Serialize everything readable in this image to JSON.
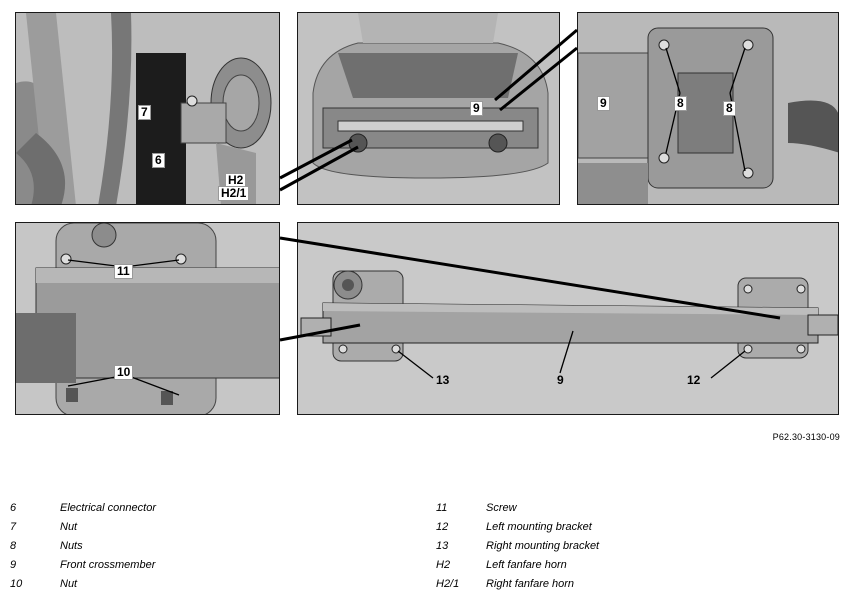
{
  "diagram": {
    "reference_code": "P62.30-3130-09",
    "callouts": {
      "p1_7": "7",
      "p1_6": "6",
      "p1_h2": "H2",
      "p1_h21": "H2/1",
      "p2_9": "9",
      "p3_9": "9",
      "p3_8a": "8",
      "p3_8b": "8",
      "p4_11": "11",
      "p4_10": "10",
      "p5_13": "13",
      "p5_9": "9",
      "p5_12": "12"
    }
  },
  "legend": [
    {
      "num": "6",
      "text": "Electrical connector"
    },
    {
      "num": "7",
      "text": "Nut"
    },
    {
      "num": "8",
      "text": "Nuts"
    },
    {
      "num": "9",
      "text": "Front crossmember"
    },
    {
      "num": "10",
      "text": "Nut"
    },
    {
      "num": "11",
      "text": "Screw"
    },
    {
      "num": "12",
      "text": "Left mounting bracket"
    },
    {
      "num": "13",
      "text": "Right mounting bracket"
    },
    {
      "num": "H2",
      "text": "Left fanfare horn"
    },
    {
      "num": "H2/1",
      "text": "Right fanfare horn"
    }
  ]
}
